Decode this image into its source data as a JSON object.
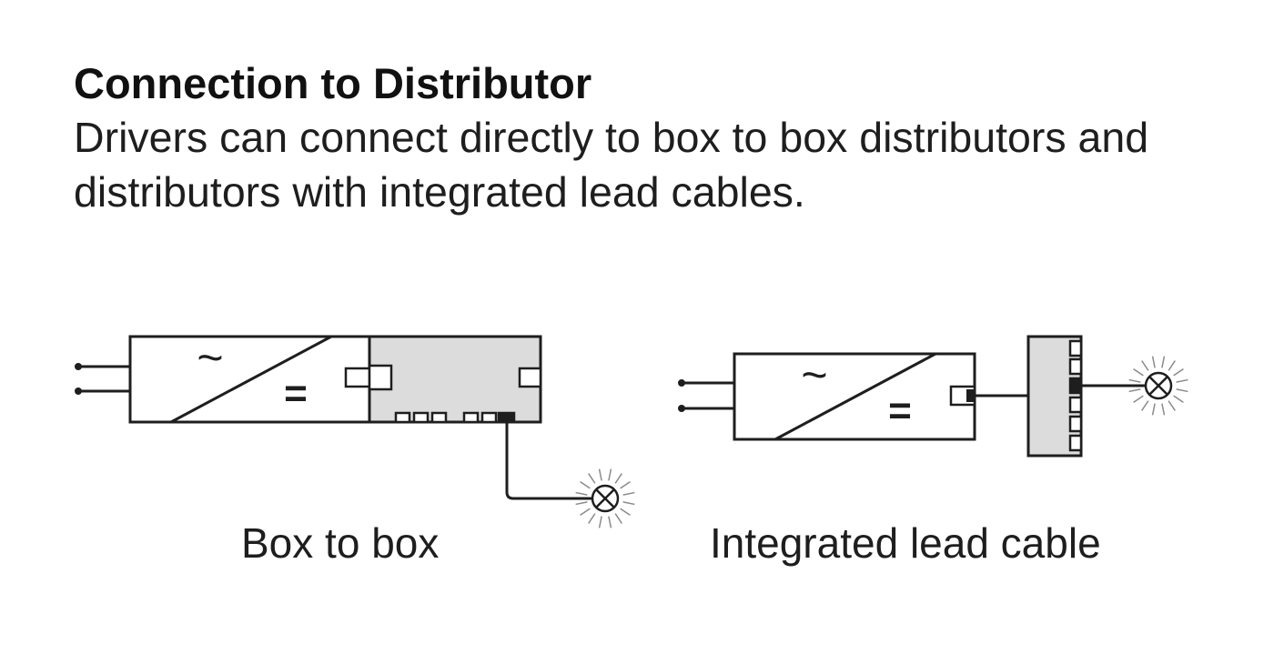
{
  "heading": {
    "title": "Connection to Distributor",
    "description": "Drivers can connect directly to box to box distributors and distributors with integrated lead cables."
  },
  "diagrams": {
    "box_to_box": {
      "caption": "Box to box"
    },
    "integrated_lead": {
      "caption": "Integrated lead cable"
    }
  },
  "symbols": {
    "ac": "~",
    "dc": "="
  },
  "colors": {
    "line": "#1e1e1e",
    "distributor_fill": "#dcdcdc",
    "lamp_rays": "#8a8a8a"
  }
}
